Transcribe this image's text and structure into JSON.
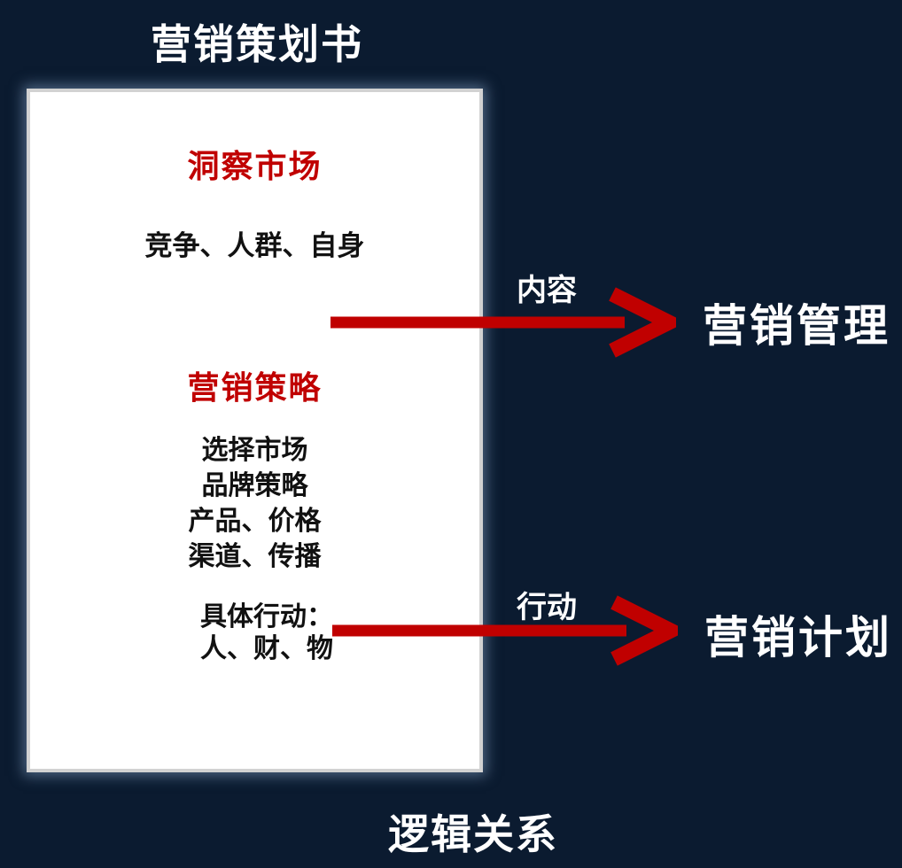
{
  "title": "营销策划书",
  "footer": "逻辑关系",
  "card": {
    "sections": [
      {
        "heading": "洞察市场",
        "lines": [
          "竞争、人群、自身"
        ]
      },
      {
        "heading": "营销策略",
        "lines": [
          "选择市场",
          "品牌策略",
          "产品、价格",
          "渠道、传播"
        ]
      },
      {
        "heading": "",
        "lines": [
          "具体行动：",
          "人、财、物"
        ]
      }
    ]
  },
  "arrows": [
    {
      "label": "内容",
      "target": "营销管理"
    },
    {
      "label": "行动",
      "target": "营销计划"
    }
  ],
  "colors": {
    "background": "#0b1b30",
    "accent_red": "#c00000",
    "card_bg": "#ffffff",
    "card_border": "#d2d2d2",
    "text_dark": "#111111",
    "text_light": "#ffffff"
  }
}
